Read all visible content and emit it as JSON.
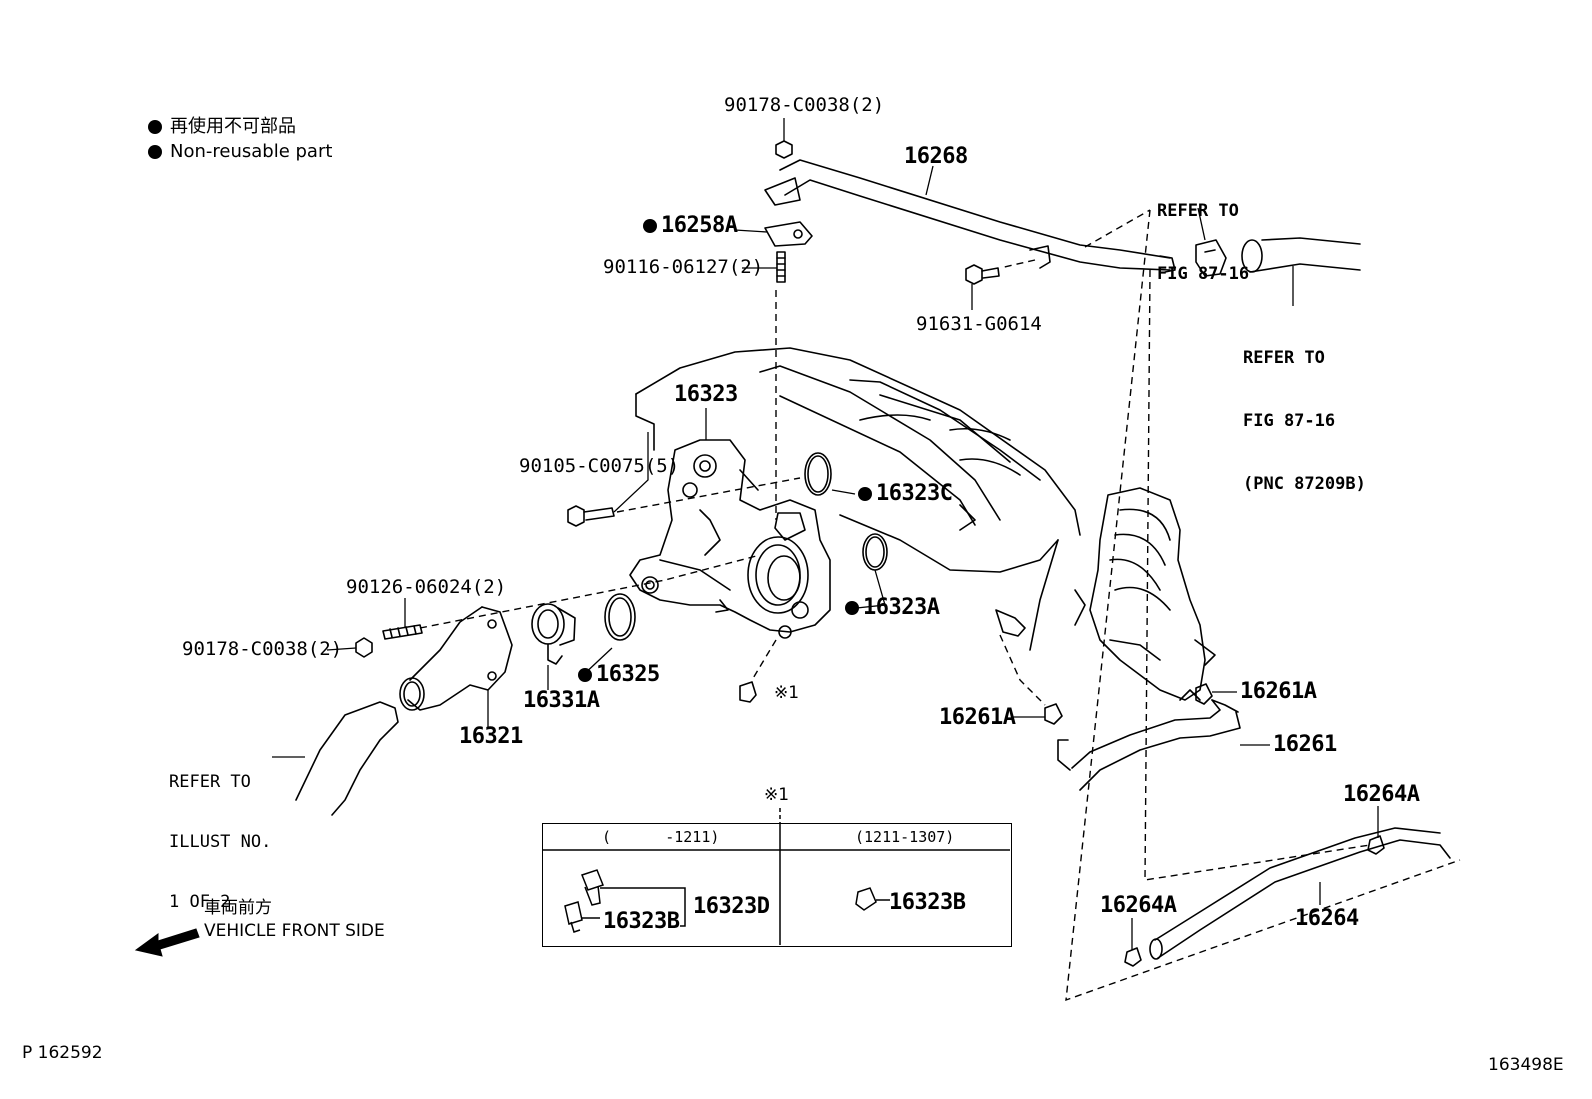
{
  "legend": {
    "jp": "再使用不可部品",
    "en": "Non-reusable part"
  },
  "parts": {
    "p90178_top": "90178-C0038(2)",
    "p16268": "16268",
    "p16258A": "16258A",
    "p90116": "90116-06127(2)",
    "p91631": "91631-G0614",
    "p16323": "16323",
    "p90105": "90105-C0075(5)",
    "p16323C": "16323C",
    "p16323A": "16323A",
    "p90126": "90126-06024(2)",
    "p90178_left": "90178-C0038(2)",
    "p16325": "16325",
    "p16331A": "16331A",
    "p16321": "16321",
    "note1": "※1",
    "p16261A_right": "16261A",
    "p16261A_left": "16261A",
    "p16261": "16261",
    "p16264A_right": "16264A",
    "p16264A_left": "16264A",
    "p16264": "16264"
  },
  "refs": {
    "fig87_top_1": "REFER TO",
    "fig87_top_2": "FIG 87-16",
    "fig87_bot_1": "REFER TO",
    "fig87_bot_2": "FIG 87-16",
    "fig87_bot_3": "(PNC 87209B)",
    "illust_1": "REFER TO",
    "illust_2": "ILLUST NO.",
    "illust_3": "1 OF 2"
  },
  "inset": {
    "title": "※1",
    "col1_header": "(      -1211)",
    "col2_header": "(1211-1307)",
    "col1_part_d": "16323D",
    "col1_part_b": "16323B",
    "col2_part_b": "16323B"
  },
  "direction": {
    "jp": "車両前方",
    "en": "VEHICLE FRONT SIDE"
  },
  "footer": {
    "left": "P 162592",
    "right": "163498E"
  }
}
